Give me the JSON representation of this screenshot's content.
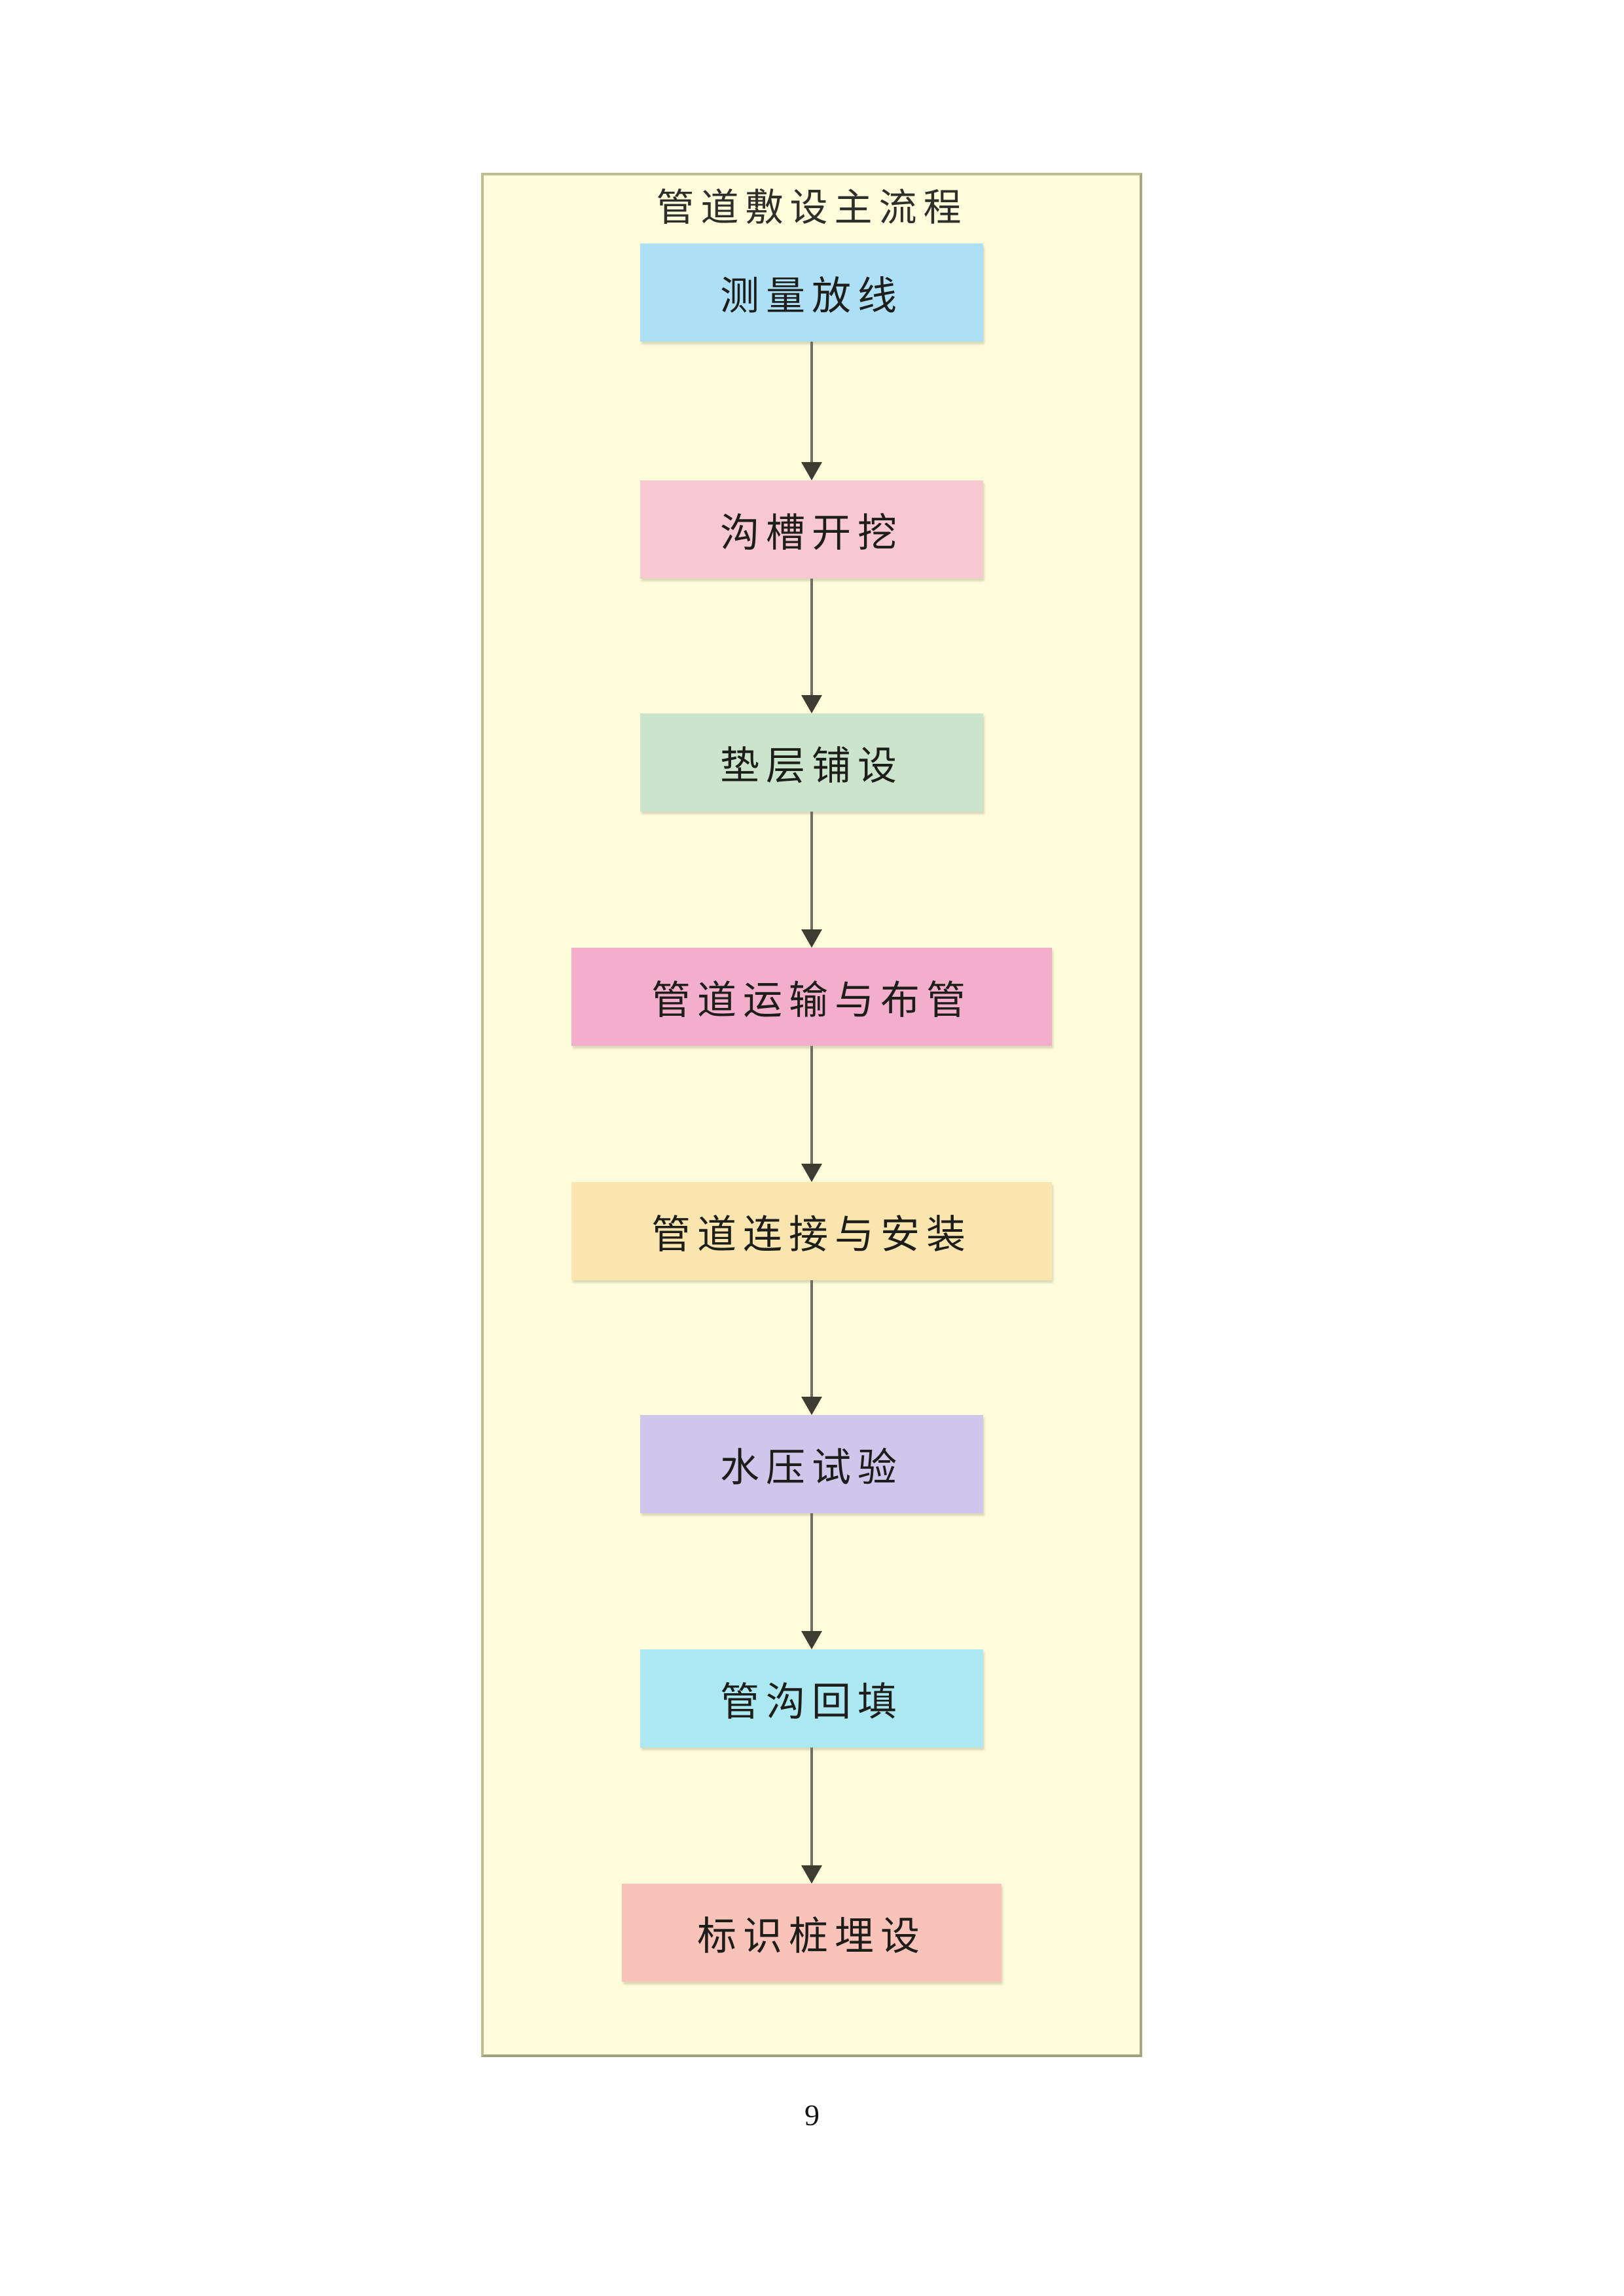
{
  "page": {
    "number": "9"
  },
  "flowchart": {
    "title": "管道敷设主流程",
    "container_background": "#FDFDDC",
    "container_border_color": "#AEB084",
    "arrow_color": "#3C3C30",
    "nodes": [
      {
        "id": "n1",
        "label": "测量放线",
        "fill": "#ADDFF7"
      },
      {
        "id": "n2",
        "label": "沟槽开挖",
        "fill": "#F8C8D2"
      },
      {
        "id": "n3",
        "label": "垫层铺设",
        "fill": "#CBE5CD"
      },
      {
        "id": "n4",
        "label": "管道运输与布管",
        "fill": "#F2AECB"
      },
      {
        "id": "n5",
        "label": "管道连接与安装",
        "fill": "#FBE5AE"
      },
      {
        "id": "n6",
        "label": "水压试验",
        "fill": "#CFC7EB"
      },
      {
        "id": "n7",
        "label": "管沟回填",
        "fill": "#ACE8F2"
      },
      {
        "id": "n8",
        "label": "标识桩埋设",
        "fill": "#F9C3B9"
      }
    ],
    "edges": [
      {
        "from": "测量放线",
        "to": "沟槽开挖"
      },
      {
        "from": "沟槽开挖",
        "to": "垫层铺设"
      },
      {
        "from": "垫层铺设",
        "to": "管道运输与布管"
      },
      {
        "from": "管道运输与布管",
        "to": "管道连接与安装"
      },
      {
        "from": "管道连接与安装",
        "to": "水压试验"
      },
      {
        "from": "水压试验",
        "to": "管沟回填"
      },
      {
        "from": "管沟回填",
        "to": "标识桩埋设"
      }
    ]
  }
}
